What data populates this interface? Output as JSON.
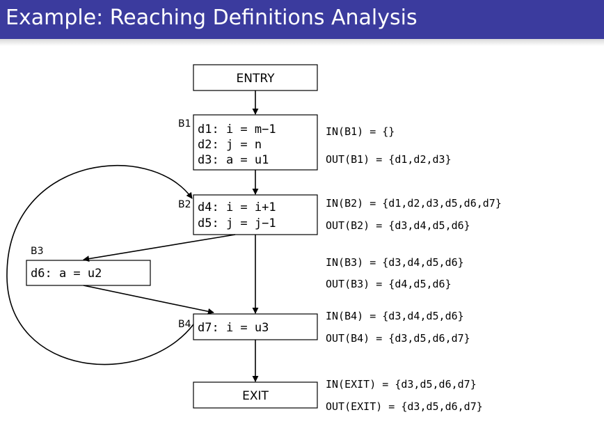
{
  "slide": {
    "title": "Example: Reaching Definitions Analysis"
  },
  "nodes": {
    "entry": "ENTRY",
    "exit": "EXIT",
    "b1": {
      "label": "B1",
      "lines": [
        "d1: i = m−1",
        "d2: j = n",
        "d3: a = u1"
      ]
    },
    "b2": {
      "label": "B2",
      "lines": [
        "d4: i = i+1",
        "d5: j = j−1"
      ]
    },
    "b3": {
      "label": "B3",
      "lines": [
        "d6: a = u2"
      ]
    },
    "b4": {
      "label": "B4",
      "lines": [
        "d7: i = u3"
      ]
    }
  },
  "sets": {
    "b1": {
      "in": "IN(B1) = {}",
      "out": "OUT(B1) = {d1,d2,d3}"
    },
    "b2": {
      "in": "IN(B2) = {d1,d2,d3,d5,d6,d7}",
      "out": "OUT(B2) = {d3,d4,d5,d6}"
    },
    "b3": {
      "in": "IN(B3) = {d3,d4,d5,d6}",
      "out": "OUT(B3) = {d4,d5,d6}"
    },
    "b4": {
      "in": "IN(B4) = {d3,d4,d5,d6}",
      "out": "OUT(B4) = {d3,d5,d6,d7}"
    },
    "exit": {
      "in": "IN(EXIT) = {d3,d5,d6,d7}",
      "out": "OUT(EXIT) = {d3,d5,d6,d7}"
    }
  }
}
